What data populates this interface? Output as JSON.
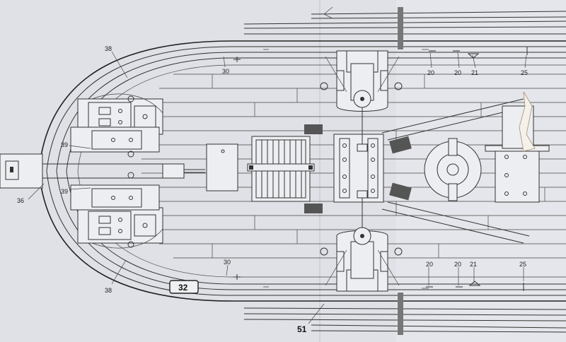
{
  "labels": {
    "l38_top": "38",
    "l38_bot": "38",
    "l39_top": "39",
    "l39_bot": "39",
    "l36": "36",
    "l30_top": "30",
    "l30_bot": "30",
    "l20_a": "20",
    "l20_b": "20",
    "l21_top": "21",
    "l25_top": "25",
    "l20_c": "20",
    "l20_d": "20",
    "l21_bot": "21",
    "l25_bot": "25",
    "l32": "32",
    "l51": "51"
  },
  "colors": {
    "paper": "#dfe1e6",
    "ink": "#2a2a2a"
  }
}
